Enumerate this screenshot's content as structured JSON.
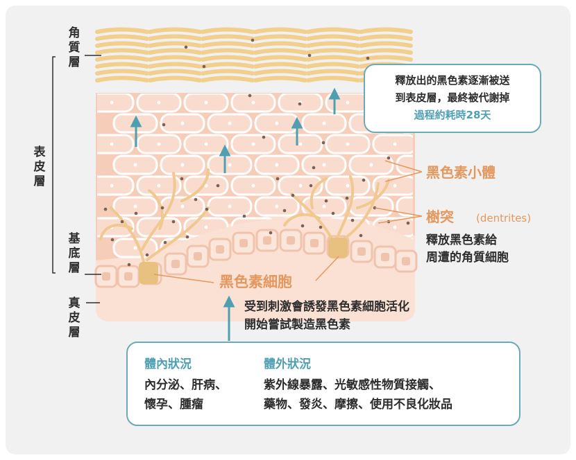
{
  "layers": {
    "stratum_corneum": "角質層",
    "epidermis": "表皮層",
    "basal": "基底層",
    "dermis": "真皮層"
  },
  "top_note": {
    "line1": "釋放出的黑色素逐漸被送",
    "line2": "到表皮層，最終被代謝掉",
    "line3": "過程約耗時28天"
  },
  "labels": {
    "melanosome": "黑色素小體",
    "dendrite": "樹突",
    "dendrite_en": "(dentrites)",
    "dendrite_desc1": "釋放黑色素給",
    "dendrite_desc2": "周遭的角質細胞",
    "melanocyte": "黑色素細胞",
    "trigger1": "受到刺激會誘發黑色素細胞活化",
    "trigger2": "開始嘗試製造黑色素"
  },
  "bottom_box": {
    "internal_title": "體內狀況",
    "internal_line1": "內分泌、肝病、",
    "internal_line2": "懷孕、腫瘤",
    "external_title": "體外狀況",
    "external_line1": "紫外線暴露、光敏感性物質接觸、",
    "external_line2": "藥物、發炎、摩擦、使用不良化妝品"
  },
  "colors": {
    "teal": "#4f9fb3",
    "orange": "#e2985e",
    "skin": "#f6d2c0",
    "corneum": "#f2d08c",
    "melanin": "#7a6055"
  }
}
